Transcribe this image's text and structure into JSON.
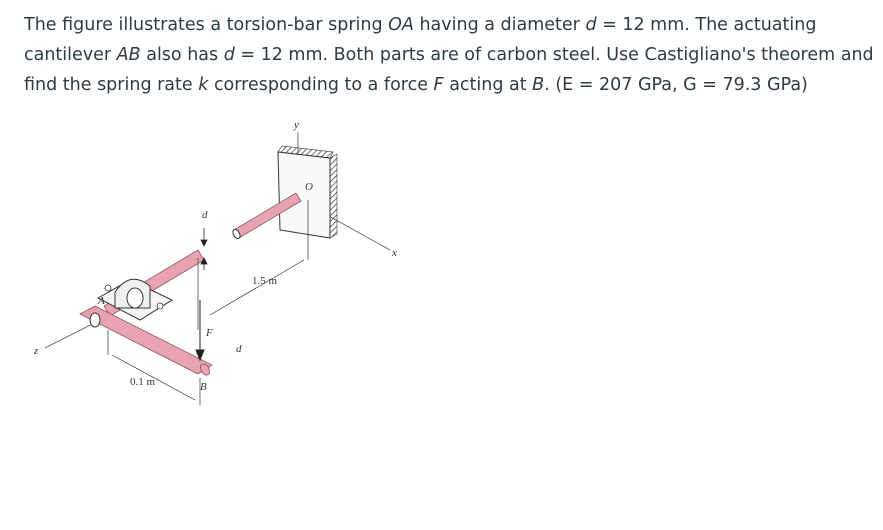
{
  "problem": {
    "p1": "The figure illustrates a torsion-bar spring ",
    "oa": "OA",
    "p2": " having a diameter ",
    "d1": "d",
    "p3": " = 12 mm. The actuating cantilever ",
    "ab": "AB",
    "p4": " also has ",
    "d2": "d",
    "p5": " = 12 mm. Both parts are of carbon steel. Use Castigliano's theorem and find the spring rate ",
    "k": "k",
    "p6": " corresponding to a force ",
    "f": "F",
    "p7": " acting at ",
    "b": "B",
    "p8": ". (E = 207 GPa, G = 79.3 GPa)"
  },
  "figure": {
    "axis_y": "y",
    "axis_x": "x",
    "axis_z": "z",
    "point_o": "O",
    "point_a": "A",
    "point_b": "B",
    "force": "F",
    "diam_top": "d",
    "diam_arm": "d",
    "length_bar": "1.5 m",
    "length_arm": "0.1 m",
    "colors": {
      "rod": "#e8a3b0",
      "rod_edge": "#8a5560",
      "line": "#333333",
      "text": "#2d3b45"
    }
  }
}
